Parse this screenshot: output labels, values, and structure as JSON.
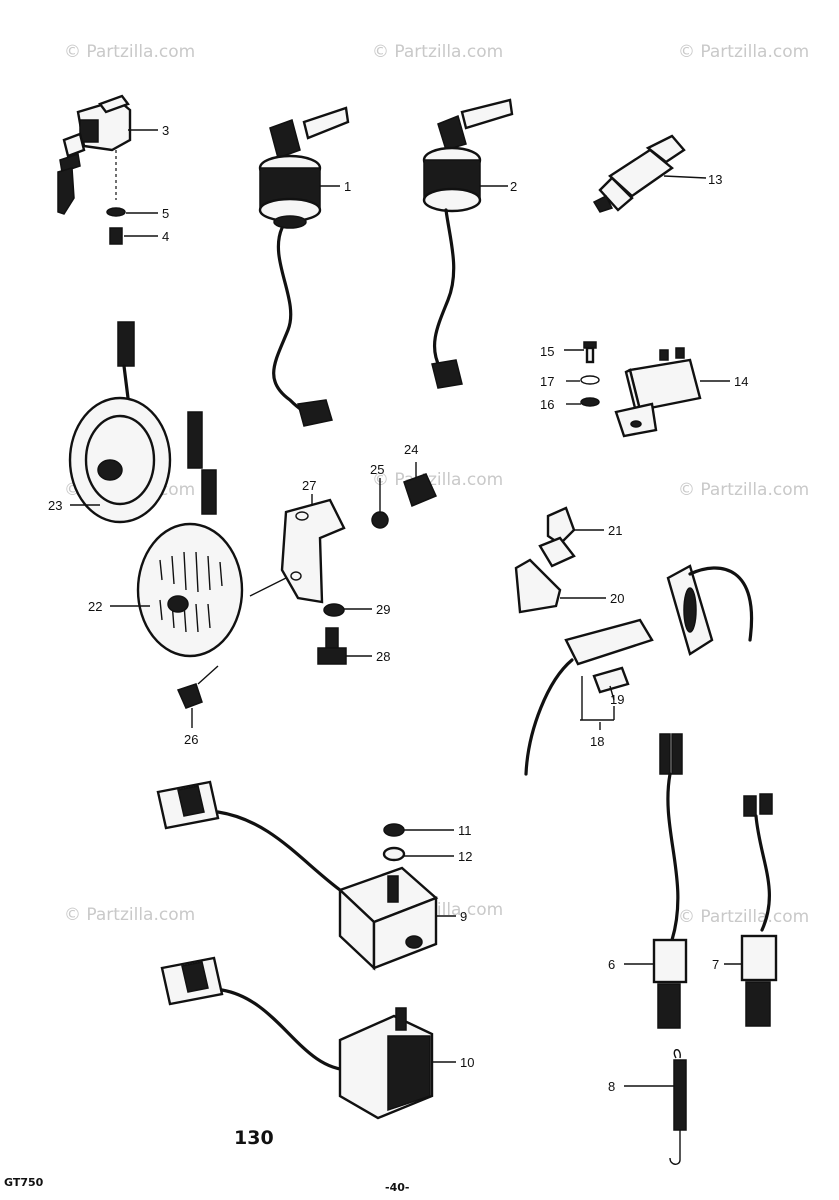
{
  "watermark": "© Partzilla.com",
  "page_number": "-40-",
  "model_code": "GT750",
  "figure_id": "130",
  "callouts": [
    "1",
    "2",
    "3",
    "4",
    "5",
    "6",
    "7",
    "8",
    "9",
    "10",
    "11",
    "12",
    "13",
    "14",
    "15",
    "16",
    "17",
    "18",
    "19",
    "20",
    "21",
    "22",
    "23",
    "24",
    "25",
    "26",
    "27",
    "28",
    "29"
  ]
}
